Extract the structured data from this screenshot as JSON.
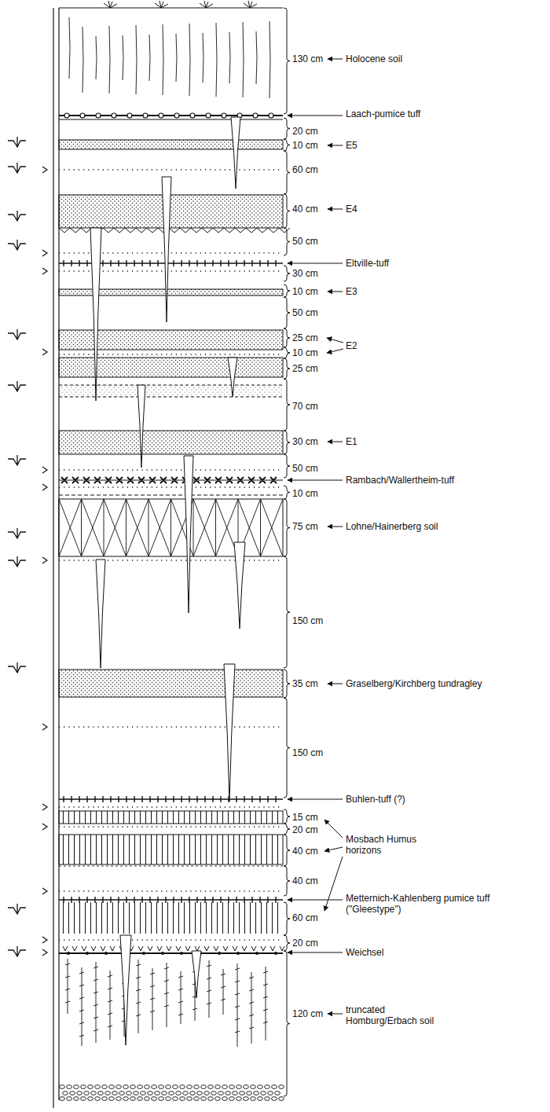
{
  "diagram": {
    "labels": [
      "130 cm",
      "Holocene soil",
      "Laach-pumice tuff",
      "20 cm",
      "10 cm",
      "E5",
      "60 cm",
      "40 cm",
      "E4",
      "50 cm",
      "Eltville-tuff",
      "30 cm",
      "10 cm",
      "E3",
      "50 cm",
      "25 cm",
      "10 cm",
      "E2",
      "25 cm",
      "70 cm",
      "30 cm",
      "E1",
      "50 cm",
      "Rambach/Wallertheim-tuff",
      "10 cm",
      "75 cm",
      "Lohne/Hainerberg soil",
      "150 cm",
      "35 cm",
      "Graselberg/Kirchberg tundragley",
      "150 cm",
      "Buhlen-tuff (?)",
      "15 cm",
      "20 cm",
      "Mosbach Humus horizons",
      "40 cm",
      "40 cm",
      "Metternich-Kahlenberg pumice tuff (\"Gleestype\")",
      "60 cm",
      "20 cm",
      "Weichsel",
      "120 cm",
      "truncated Homburg/Erbach soil"
    ]
  }
}
